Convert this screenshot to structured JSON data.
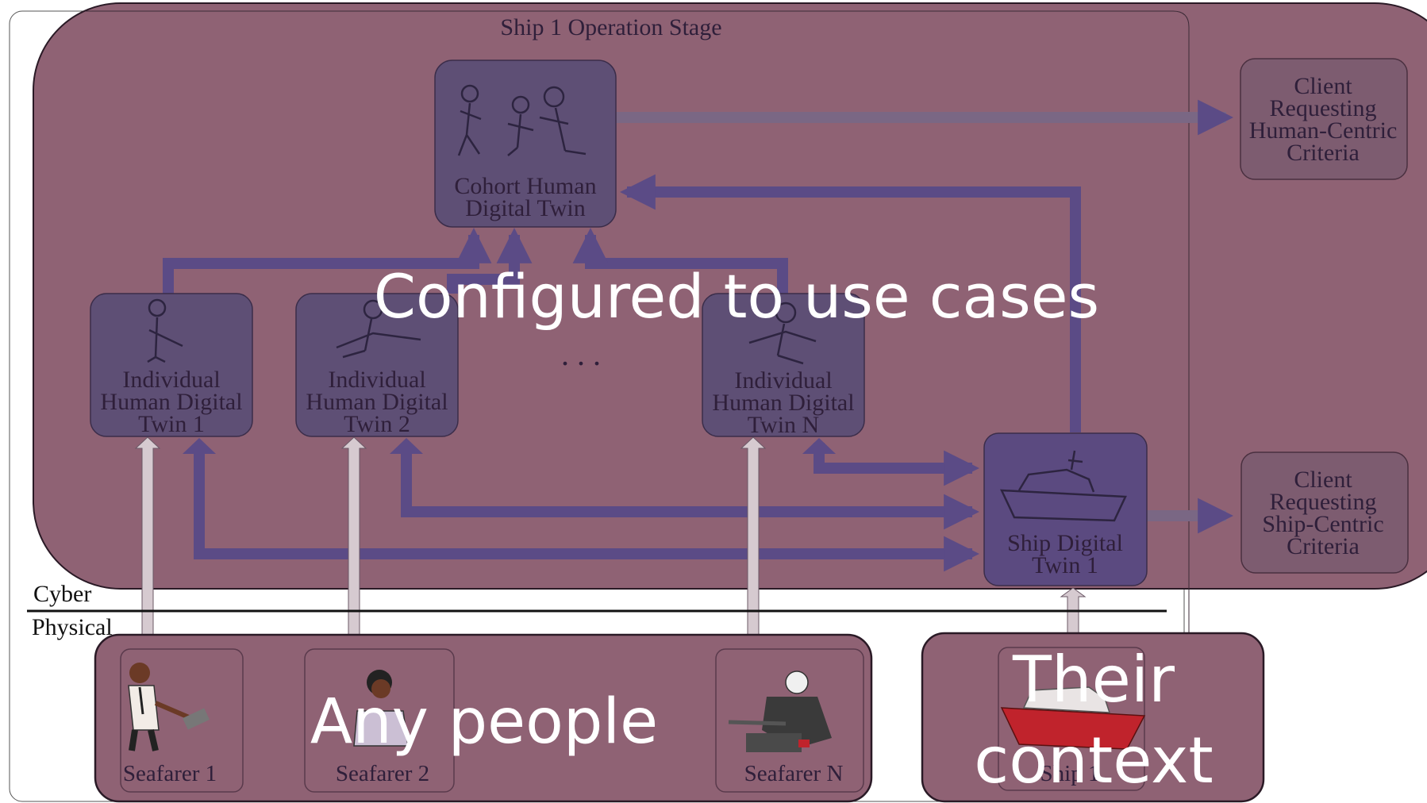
{
  "stage_title": "Ship 1 Operation Stage",
  "overlay": {
    "heading": "Configured to use cases",
    "people": "Any people",
    "context_line1": "Their",
    "context_line2": "context"
  },
  "layers": {
    "cyber": "Cyber",
    "physical": "Physical"
  },
  "cohort_twin": {
    "line1": "Cohort Human",
    "line2": "Digital Twin"
  },
  "individual_twins": [
    {
      "line1": "Individual",
      "line2": "Human Digital",
      "line3": "Twin 1"
    },
    {
      "line1": "Individual",
      "line2": "Human Digital",
      "line3": "Twin 2"
    },
    {
      "line1": "Individual",
      "line2": "Human Digital",
      "line3": "Twin N"
    }
  ],
  "ellipsis": ". . .",
  "ship_twin": {
    "line1": "Ship Digital",
    "line2": "Twin 1"
  },
  "clients": [
    {
      "line1": "Client",
      "line2": "Requesting",
      "line3": "Human-Centric",
      "line4": "Criteria"
    },
    {
      "line1": "Client",
      "line2": "Requesting",
      "line3": "Ship-Centric",
      "line4": "Criteria"
    }
  ],
  "seafarers": [
    "Seafarer 1",
    "Seafarer 2",
    "Seafarer N"
  ],
  "physical_ship": "Ship 1",
  "colors": {
    "overlay": "#8f6274",
    "twin_box": "#5e4f75",
    "ship_box": "#5b4a80",
    "client_box": "#7d5c70",
    "flow_arrow": "#5b4b86",
    "sync_arrow": "#cfc2c8",
    "text_dark": "#2f1f3a",
    "ship_red": "#c0232c"
  }
}
